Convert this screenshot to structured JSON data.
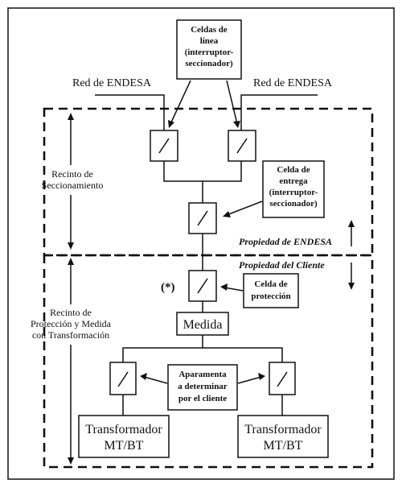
{
  "labels": {
    "celdas_linea": [
      "Celdas de",
      "línea",
      "(interruptor-",
      "seccionador)"
    ],
    "red_left": "Red de ENDESA",
    "red_right": "Red de ENDESA",
    "recinto_secc": [
      "Recinto de",
      "Seccionamiento"
    ],
    "celda_entrega": [
      "Celda de",
      "entrega",
      "(interruptor-",
      "seccionador)"
    ],
    "prop_endesa": "Propiedad de ENDESA",
    "prop_cliente": "Propiedad del Cliente",
    "asterisk": "(*)",
    "celda_proteccion": [
      "Celda de",
      "protección"
    ],
    "medida": "Medida",
    "recinto_prot": [
      "Recinto de",
      "Protección y Medida",
      "con Transformación"
    ],
    "aparamenta": [
      "Aparamenta",
      "a determinar",
      "por el cliente"
    ],
    "trafo_left": [
      "Transformador",
      "MT/BT"
    ],
    "trafo_right": [
      "Transformador",
      "MT/BT"
    ]
  }
}
